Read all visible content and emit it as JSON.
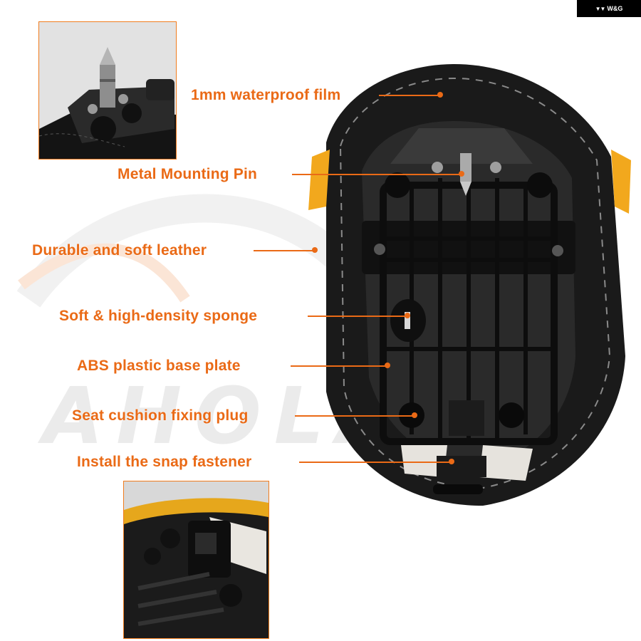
{
  "brand": {
    "text": "W&G",
    "logo_icon": "wing-logo-icon"
  },
  "watermark": {
    "text": "AHOLA"
  },
  "colors": {
    "accent": "#ea6a16",
    "seat_black": "#1a1a1a",
    "seat_trim": "#f2a81d"
  },
  "callouts": [
    {
      "id": "waterproof-film",
      "text": "1mm waterproof film"
    },
    {
      "id": "mounting-pin",
      "text": "Metal Mounting Pin"
    },
    {
      "id": "leather",
      "text": "Durable and soft leather"
    },
    {
      "id": "sponge",
      "text": "Soft & high-density sponge"
    },
    {
      "id": "base-plate",
      "text": "ABS plastic base plate"
    },
    {
      "id": "fixing-plug",
      "text": "Seat cushion fixing plug"
    },
    {
      "id": "snap-fastener",
      "text": "Install the snap fastener"
    }
  ]
}
